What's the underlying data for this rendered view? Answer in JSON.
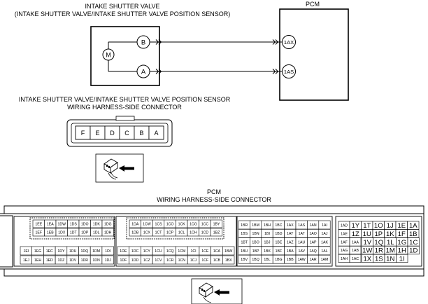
{
  "valve": {
    "title_line1": "INTAKE SHUTTER VALVE",
    "title_line2": "(INTAKE SHUTTER VALVE/INTAKE SHUTTER VALVE POSITION SENSOR)",
    "motor_symbol": "M",
    "pins": [
      "B",
      "A"
    ]
  },
  "pcm": {
    "title": "PCM",
    "pins": [
      "1AX",
      "1AS"
    ]
  },
  "valve_connector": {
    "title_line1": "INTAKE SHUTTER VALVE/INTAKE SHUTTER VALVE POSITION SENSOR",
    "title_line2": "WIRING HARNESS-SIDE CONNECTOR",
    "cavities": [
      "F",
      "E",
      "D",
      "C",
      "B",
      "A"
    ],
    "view_icon": "connector-view-arrow-icon"
  },
  "pcm_connector": {
    "title_line1": "PCM",
    "title_line2": "WIRING HARNESS-SIDE CONNECTOR",
    "block1": [
      [
        "1EE",
        "1EA",
        "1DW",
        "1DS",
        "1DO",
        "1DK",
        "1DG"
      ],
      [
        "1EF",
        "1EB",
        "1DX",
        "1DT",
        "1DP",
        "1DL",
        "1DH"
      ],
      [
        "1EI",
        "1EG",
        "1EC",
        "1DY",
        "1DU",
        "1DQ",
        "1DM",
        "1DI"
      ],
      [
        "1EJ",
        "1EH",
        "1ED",
        "1DZ",
        "1DV",
        "1DR",
        "1DN",
        "1DJ"
      ]
    ],
    "block2": [
      [
        "1DA",
        "1CW",
        "1CS",
        "1CO",
        "1CK",
        "1CG",
        "1CC",
        "1BY"
      ],
      [
        "1DB",
        "1CX",
        "1CT",
        "1CP",
        "1CL",
        "1CH",
        "1CD",
        "1BZ"
      ],
      [
        "1DE",
        "1DC",
        "1CY",
        "1CU",
        "1CQ",
        "1CM",
        "1CI",
        "1CE",
        "1CA",
        "1BW"
      ],
      [
        "1DF",
        "1DD",
        "1CZ",
        "1CV",
        "1CR",
        "1CN",
        "1CJ",
        "1CF",
        "1CB",
        "1BX"
      ]
    ],
    "block3": [
      [
        "1BR",
        "1BM",
        "1BH",
        "1BC",
        "1AX",
        "1AS",
        "1AN",
        "1AI"
      ],
      [
        "1BS",
        "1BN",
        "1BI",
        "1BD",
        "1AY",
        "1AT",
        "1AO",
        "1AJ"
      ],
      [
        "1BT",
        "1BO",
        "1BJ",
        "1BE",
        "1AZ",
        "1AU",
        "1AP",
        "1AK"
      ],
      [
        "1BU",
        "1BP",
        "1BK",
        "1BF",
        "1BA",
        "1AV",
        "1AQ",
        "1AL"
      ],
      [
        "1BV",
        "1BQ",
        "1BL",
        "1BG",
        "1BB",
        "1AW",
        "1AR",
        "1AM"
      ]
    ],
    "block4": [
      [
        "1AD",
        "1Y",
        "1T",
        "1O",
        "1J",
        "1E",
        "1A"
      ],
      [
        "1AE",
        "1Z",
        "1U",
        "1P",
        "1K",
        "1F",
        "1B"
      ],
      [
        "1AF",
        "1AA",
        "1V",
        "1Q",
        "1L",
        "1G",
        "1C"
      ],
      [
        "1AG",
        "1AB",
        "1W",
        "1R",
        "1M",
        "1H",
        "1D"
      ],
      [
        "1AH",
        "1AC",
        "1X",
        "1S",
        "1N",
        "1I"
      ]
    ],
    "view_icon": "connector-view-arrow-icon"
  }
}
